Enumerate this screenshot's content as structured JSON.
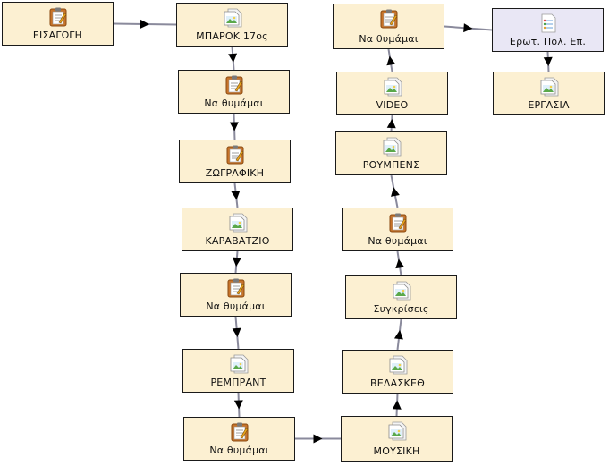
{
  "diagram": {
    "nodes": [
      {
        "id": "n1",
        "label": "ΕΙΣΑΓΩΓΗ",
        "icon": "assignment-icon"
      },
      {
        "id": "n2",
        "label": "ΜΠΑΡΟΚ 17ος",
        "icon": "image-page-icon"
      },
      {
        "id": "n3",
        "label": "Να θυμάμαι",
        "icon": "assignment-icon"
      },
      {
        "id": "n4",
        "label": "ΖΩΓΡΑΦΙΚΗ",
        "icon": "assignment-icon"
      },
      {
        "id": "n5",
        "label": "ΚΑΡΑΒΑΤΖΙΟ",
        "icon": "image-page-icon"
      },
      {
        "id": "n6",
        "label": "Να θυμάμαι",
        "icon": "assignment-icon"
      },
      {
        "id": "n7",
        "label": "ΡΕΜΠΡΑΝΤ",
        "icon": "image-page-icon"
      },
      {
        "id": "n8",
        "label": "Να θυμάμαι",
        "icon": "assignment-icon"
      },
      {
        "id": "n9",
        "label": "ΜΟΥΣΙΚΗ",
        "icon": "image-page-icon"
      },
      {
        "id": "n10",
        "label": "ΒΕΛΑΣΚΕΘ",
        "icon": "image-page-icon"
      },
      {
        "id": "n11",
        "label": "Συγκρίσεις",
        "icon": "image-page-icon"
      },
      {
        "id": "n12",
        "label": "Να θυμάμαι",
        "icon": "assignment-icon"
      },
      {
        "id": "n13",
        "label": "ΡΟΥΜΠΕΝΣ",
        "icon": "image-page-icon"
      },
      {
        "id": "n14",
        "label": "VIDEO",
        "icon": "image-page-icon"
      },
      {
        "id": "n15",
        "label": "Να θυμάμαι",
        "icon": "assignment-icon"
      },
      {
        "id": "n16",
        "label": "Ερωτ. Πολ. Επ.",
        "icon": "quiz-list-icon"
      },
      {
        "id": "n17",
        "label": "ΕΡΓΑΣΙΑ",
        "icon": "image-page-icon"
      }
    ],
    "edges": [
      [
        "n1",
        "n2"
      ],
      [
        "n2",
        "n3"
      ],
      [
        "n3",
        "n4"
      ],
      [
        "n4",
        "n5"
      ],
      [
        "n5",
        "n6"
      ],
      [
        "n6",
        "n7"
      ],
      [
        "n7",
        "n8"
      ],
      [
        "n8",
        "n9"
      ],
      [
        "n9",
        "n10"
      ],
      [
        "n10",
        "n11"
      ],
      [
        "n11",
        "n12"
      ],
      [
        "n12",
        "n13"
      ],
      [
        "n13",
        "n14"
      ],
      [
        "n14",
        "n15"
      ],
      [
        "n15",
        "n16"
      ],
      [
        "n16",
        "n17"
      ]
    ],
    "colors": {
      "node_fill": "#fcf0d2",
      "quiz_fill": "#e9e7f5",
      "node_border": "#1a1a1a",
      "edge": "#8a8a9c",
      "arrow": "#000000"
    }
  }
}
